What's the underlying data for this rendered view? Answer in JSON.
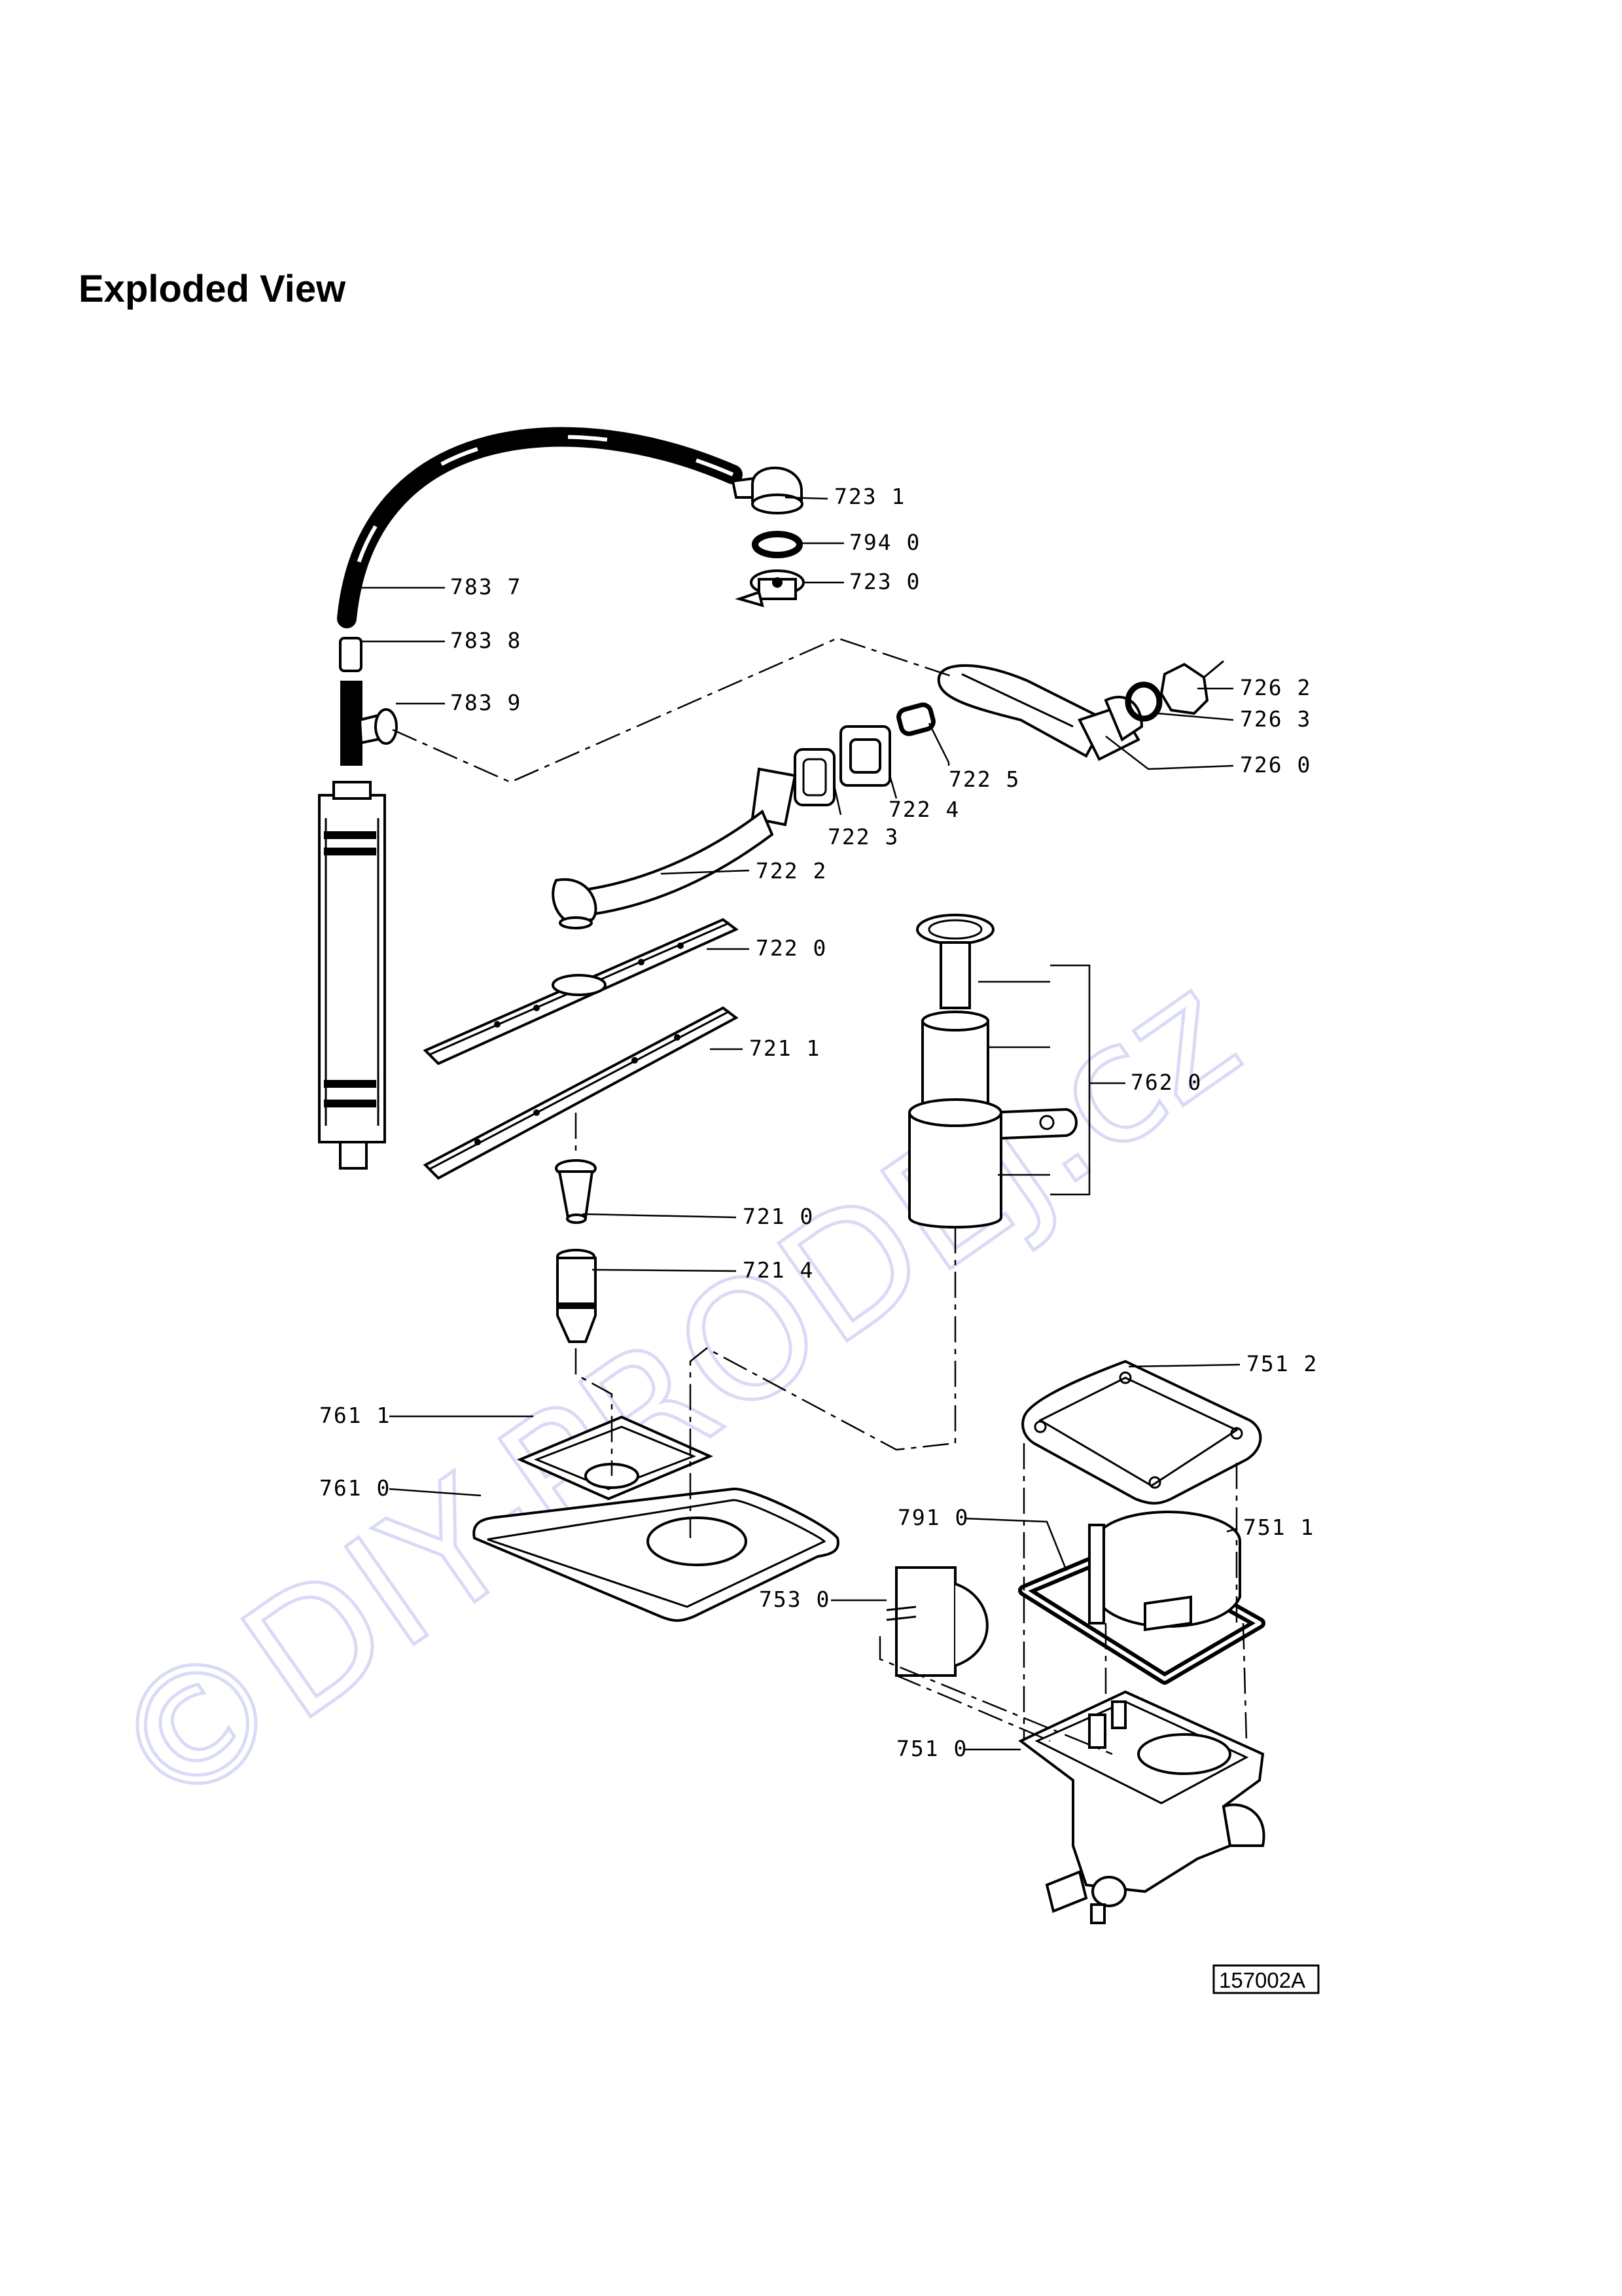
{
  "title": "Exploded View",
  "watermark": "©DIY-PRODEJ.cz",
  "reference_code": "157002A",
  "callouts": [
    {
      "id": "p7231",
      "label": "723 1"
    },
    {
      "id": "p7940",
      "label": "794 0"
    },
    {
      "id": "p7230",
      "label": "723 0"
    },
    {
      "id": "p7837",
      "label": "783 7"
    },
    {
      "id": "p7838",
      "label": "783 8"
    },
    {
      "id": "p7839",
      "label": "783 9"
    },
    {
      "id": "p7262",
      "label": "726 2"
    },
    {
      "id": "p7263",
      "label": "726 3"
    },
    {
      "id": "p7260",
      "label": "726 0"
    },
    {
      "id": "p7225",
      "label": "722 5"
    },
    {
      "id": "p7224",
      "label": "722 4"
    },
    {
      "id": "p7223",
      "label": "722 3"
    },
    {
      "id": "p7222",
      "label": "722 2"
    },
    {
      "id": "p7220",
      "label": "722 0"
    },
    {
      "id": "p7211",
      "label": "721 1"
    },
    {
      "id": "p7620",
      "label": "762 0"
    },
    {
      "id": "p7210",
      "label": "721 0"
    },
    {
      "id": "p7214",
      "label": "721 4"
    },
    {
      "id": "p7512",
      "label": "751 2"
    },
    {
      "id": "p7611",
      "label": "761 1"
    },
    {
      "id": "p7610",
      "label": "761 0"
    },
    {
      "id": "p7910",
      "label": "791 0"
    },
    {
      "id": "p7511",
      "label": "751 1"
    },
    {
      "id": "p7530",
      "label": "753 0"
    },
    {
      "id": "p7510",
      "label": "751 0"
    }
  ]
}
